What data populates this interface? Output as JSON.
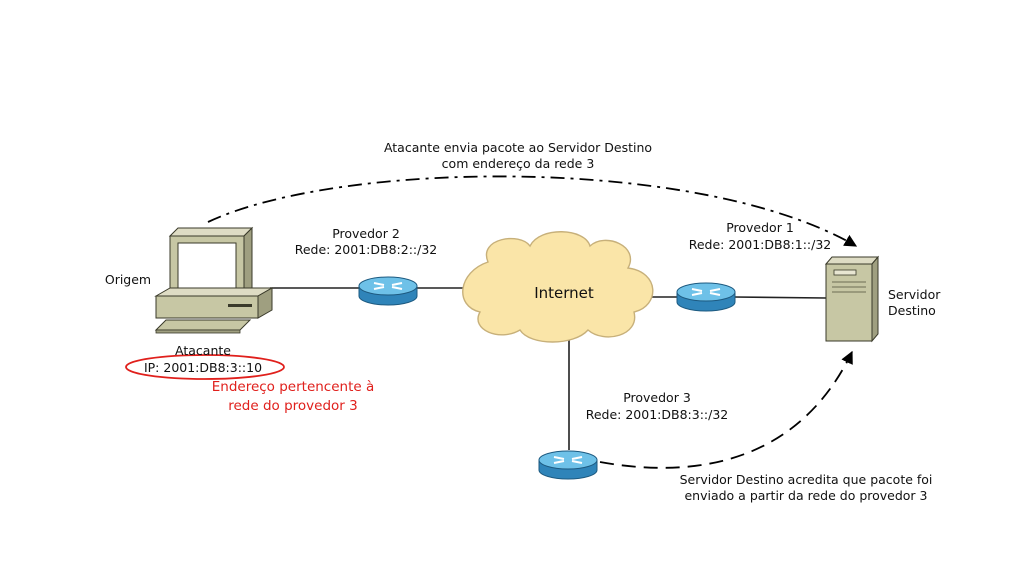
{
  "top_arrow": {
    "line1": "Atacante envia pacote ao Servidor Destino",
    "line2": "com endereço da rede 3"
  },
  "origin": {
    "label": "Origem",
    "name": "Atacante",
    "ip": "IP: 2001:DB8:3::10",
    "note_line1": "Endereço pertencente à",
    "note_line2": "rede do provedor 3"
  },
  "provider2": {
    "name": "Provedor 2",
    "network": "Rede: 2001:DB8:2::/32"
  },
  "provider1": {
    "name": "Provedor 1",
    "network": "Rede: 2001:DB8:1::/32"
  },
  "provider3": {
    "name": "Provedor 3",
    "network": "Rede: 2001:DB8:3::/32"
  },
  "internet": {
    "label": "Internet"
  },
  "destination": {
    "line1": "Servidor",
    "line2": "Destino"
  },
  "bottom_arrow": {
    "line1": "Servidor Destino acredita que pacote foi",
    "line2": "enviado a partir da rede do provedor 3"
  },
  "colors": {
    "router_fill": "#2f84b9",
    "router_top": "#6ec1e8",
    "cloud_fill": "#fae5a8",
    "highlight_red": "#e0201c",
    "computer_body": "#c7c7a4"
  }
}
